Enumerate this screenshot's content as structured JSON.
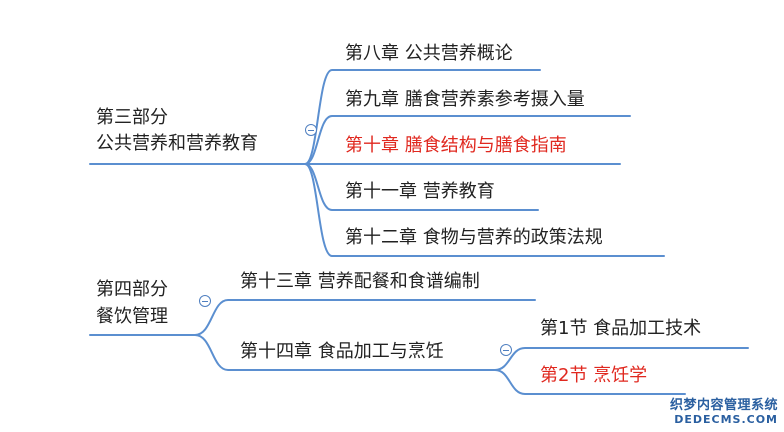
{
  "part3": {
    "title_line1": "第三部分",
    "title_line2": "公共营养和营养教育",
    "chapters": [
      {
        "label": "第八章  公共营养概论",
        "highlight": false
      },
      {
        "label": "第九章  膳食营养素参考摄入量",
        "highlight": false
      },
      {
        "label": "第十章  膳食结构与膳食指南",
        "highlight": true
      },
      {
        "label": "第十一章  营养教育",
        "highlight": false
      },
      {
        "label": "第十二章  食物与营养的政策法规",
        "highlight": false
      }
    ]
  },
  "part4": {
    "title_line1": "第四部分",
    "title_line2": "餐饮管理",
    "chapters": [
      {
        "label": "第十三章  营养配餐和食谱编制",
        "highlight": false
      },
      {
        "label": "第十四章  食品加工与烹饪",
        "highlight": false
      }
    ],
    "sections": [
      {
        "label": "第1节  食品加工技术",
        "highlight": false
      },
      {
        "label": "第2节 烹饪学",
        "highlight": true
      }
    ]
  },
  "watermark": {
    "line1": "织梦内容管理系统",
    "line2": "DEDECMS.COM"
  },
  "colors": {
    "branch": "#5b8fd0",
    "text": "#222222",
    "highlight": "#e0281f"
  }
}
